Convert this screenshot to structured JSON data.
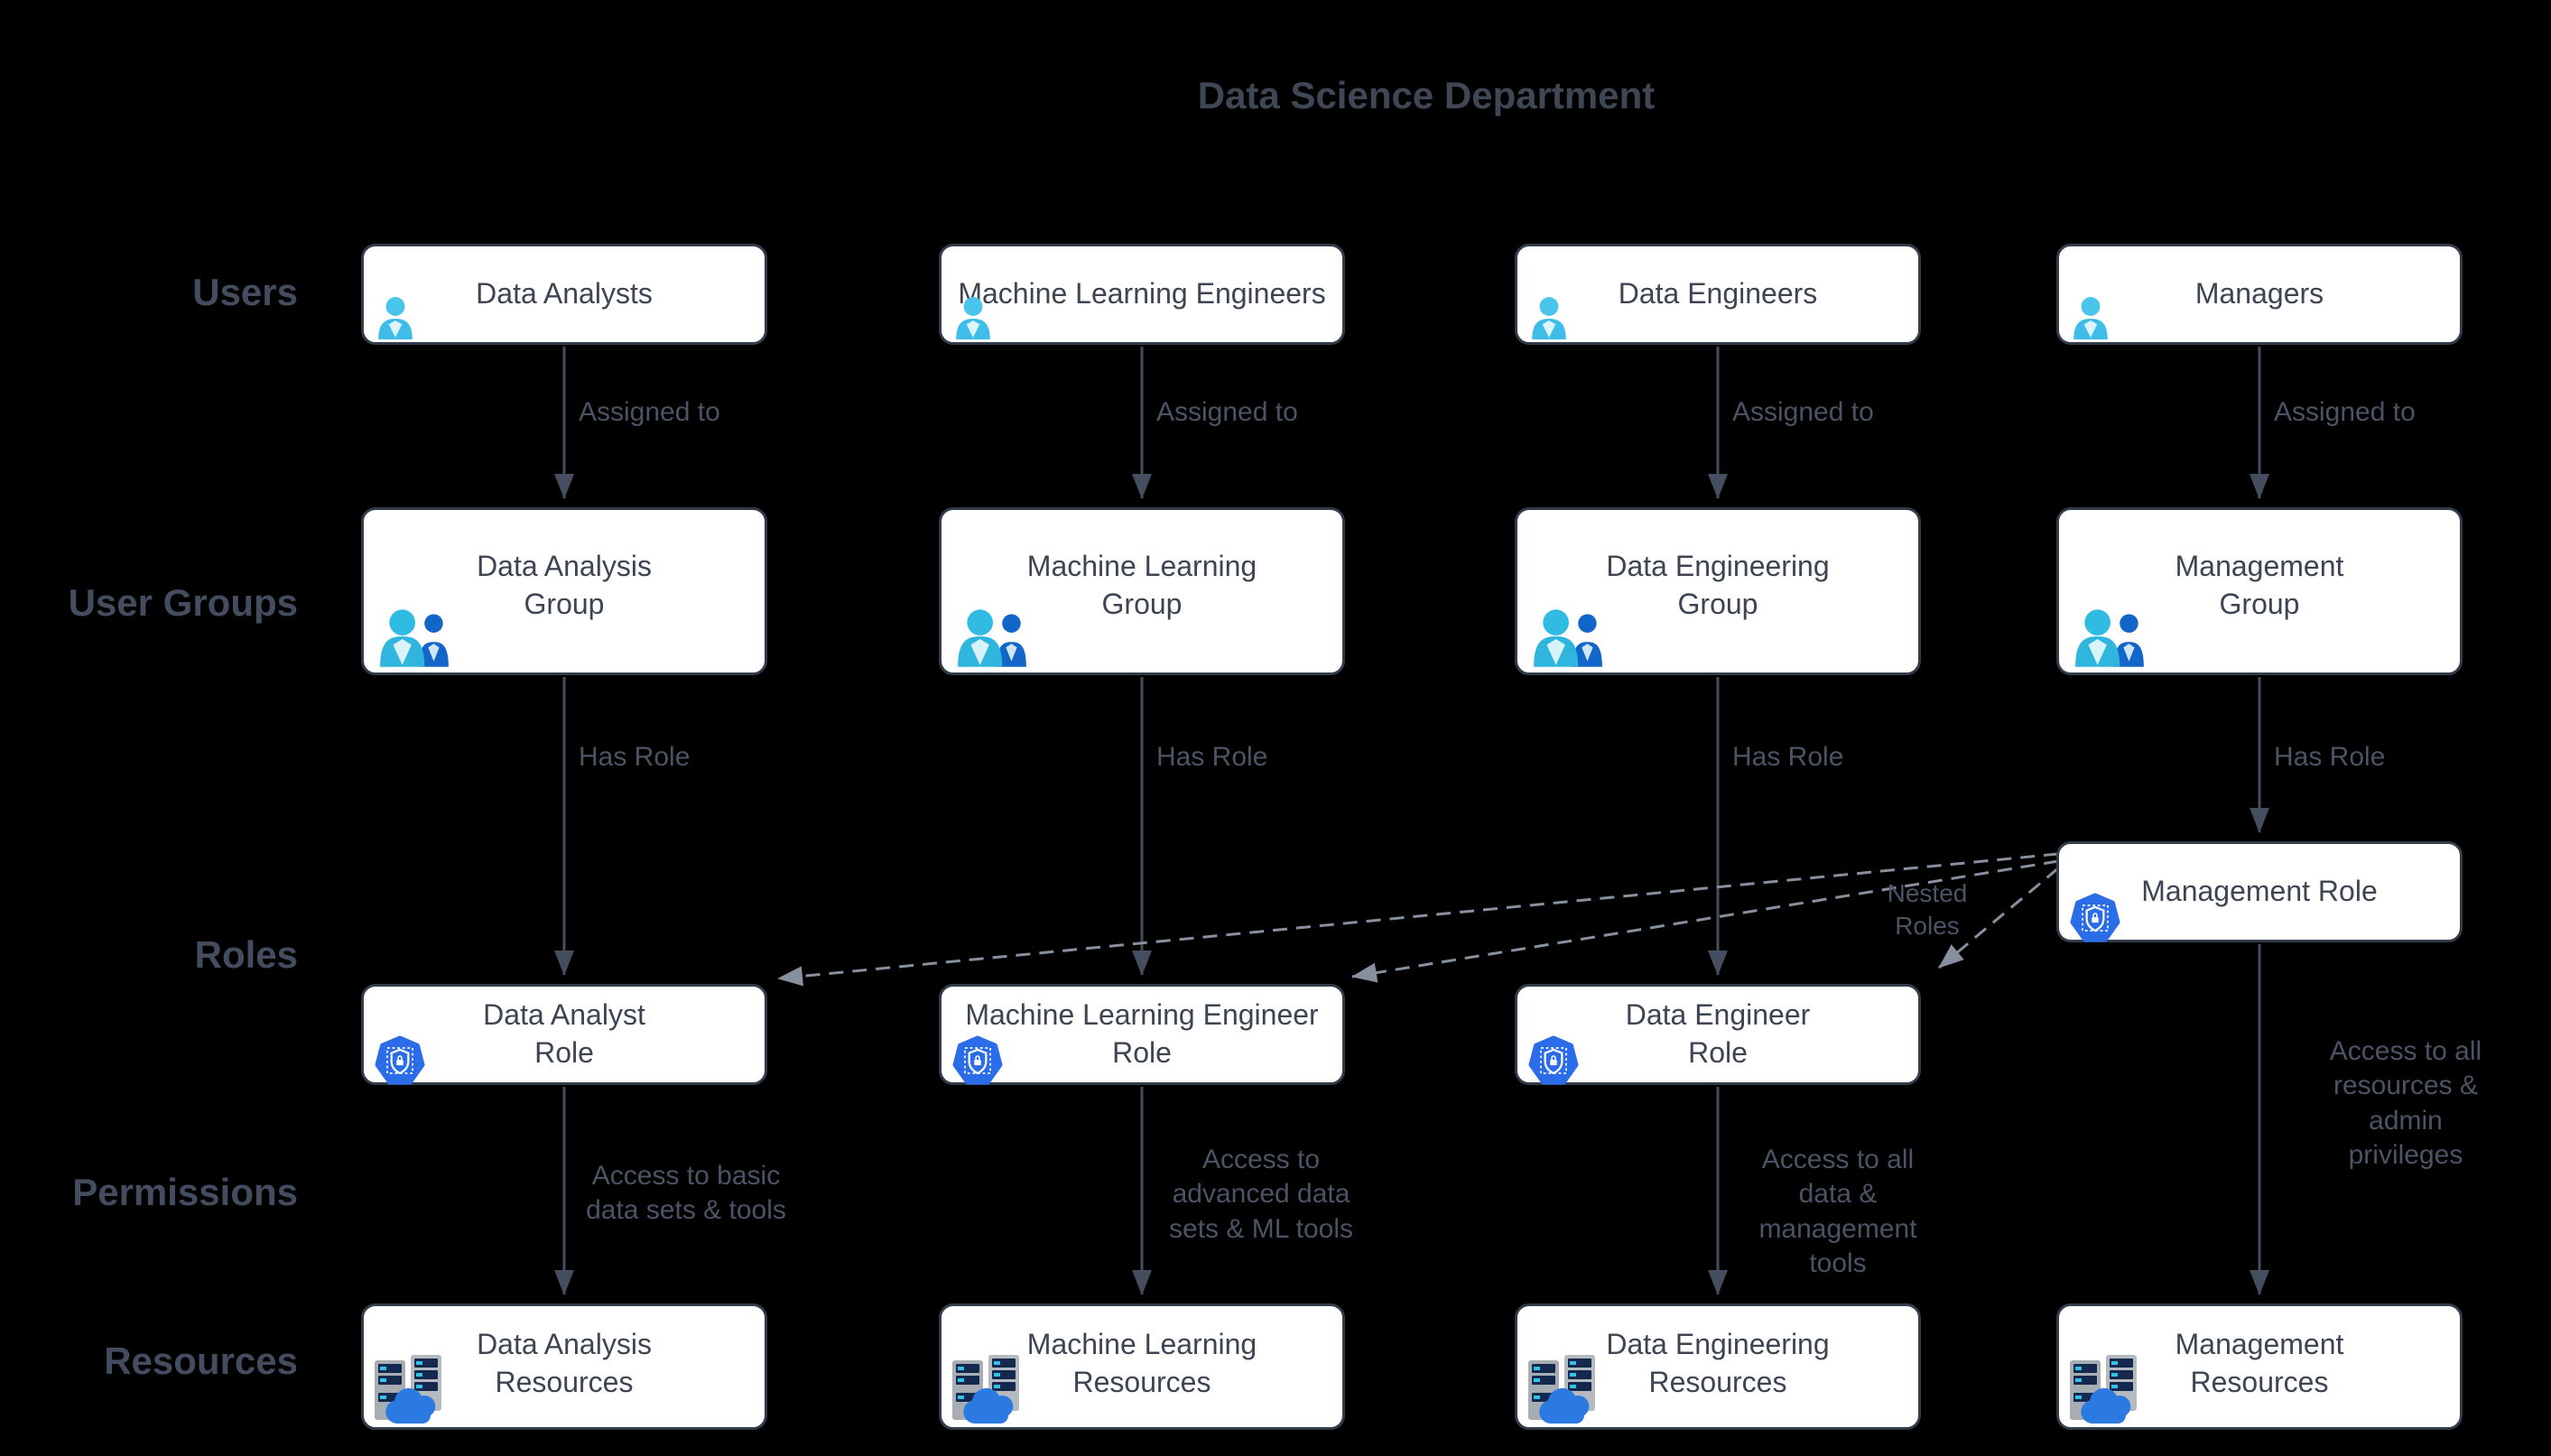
{
  "title": "Data Science Department",
  "row_labels": {
    "users": "Users",
    "user_groups": "User Groups",
    "roles": "Roles",
    "permissions": "Permissions",
    "resources": "Resources"
  },
  "edges": {
    "assigned_to": "Assigned to",
    "has_role": "Has Role",
    "nested_roles": "Nested\nRoles"
  },
  "columns": [
    {
      "id": "data-analysis",
      "user": "Data Analysts",
      "group": "Data Analysis\nGroup",
      "role": "Data Analyst\nRole",
      "permission": "Access to basic\ndata sets & tools",
      "resource": "Data Analysis\nResources"
    },
    {
      "id": "machine-learning",
      "user": "Machine Learning Engineers",
      "group": "Machine Learning\nGroup",
      "role": "Machine Learning Engineer\nRole",
      "permission": "Access to\nadvanced data\nsets & ML tools",
      "resource": "Machine Learning\nResources"
    },
    {
      "id": "data-engineering",
      "user": "Data Engineers",
      "group": "Data Engineering\nGroup",
      "role": "Data Engineer\nRole",
      "permission": "Access to all\ndata &\nmanagement tools",
      "resource": "Data Engineering\nResources"
    },
    {
      "id": "management",
      "user": "Managers",
      "group": "Management\nGroup",
      "role": "Management Role",
      "permission": "Access to all\nresources & admin\nprivileges",
      "resource": "Management\nResources"
    }
  ],
  "icons": {
    "user": "user-icon",
    "group": "user-group-icon",
    "role": "role-shield-lock-icon",
    "resource": "server-cloud-icon"
  },
  "colors": {
    "background": "#000000",
    "node_background": "#ffffff",
    "node_border": "#333c4a",
    "node_text": "#3d4553",
    "heading_text": "#434d5f",
    "edge_label_text": "#4a5464",
    "solid_arrow": "#454e5e",
    "dashed_arrow": "#87909f",
    "icon_cyan": "#3bbfe6",
    "icon_dark_blue": "#1266c9",
    "role_icon_blue": "#2b6de8",
    "cloud_blue": "#2a7ae2",
    "server_gray": "#a7adb3"
  }
}
